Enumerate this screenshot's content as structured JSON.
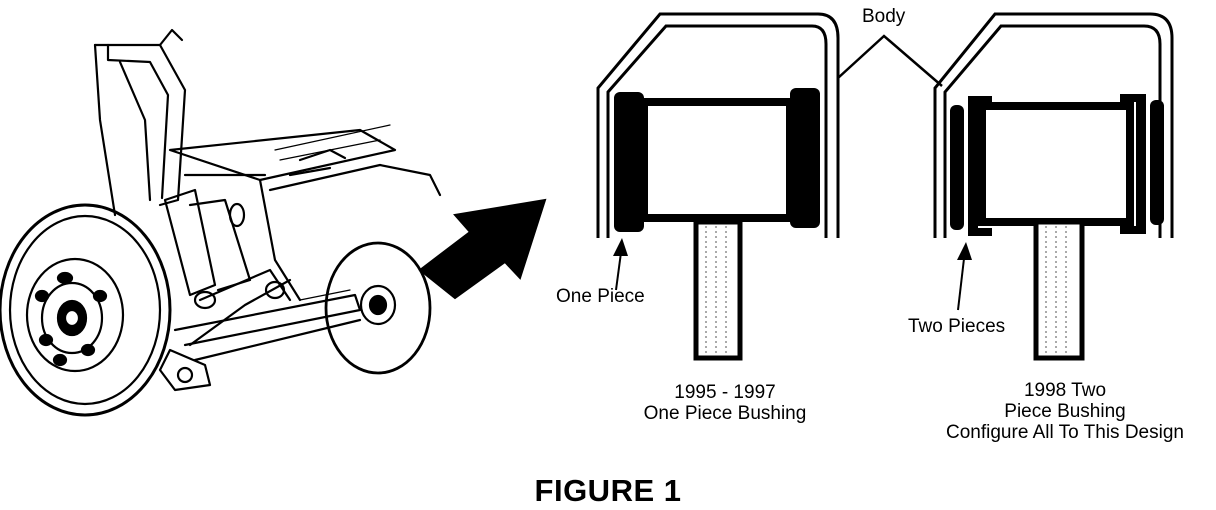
{
  "labels": {
    "body": "Body",
    "one_piece": "One Piece",
    "two_pieces": "Two Pieces"
  },
  "captions": {
    "left": [
      "1995 - 1997",
      "One Piece Bushing"
    ],
    "right": [
      "1998 Two",
      "Piece Bushing",
      "Configure All To This Design"
    ]
  },
  "figure_title": "FIGURE 1",
  "colors": {
    "ink": "#000000",
    "paper": "#ffffff",
    "shade": "#555555"
  }
}
